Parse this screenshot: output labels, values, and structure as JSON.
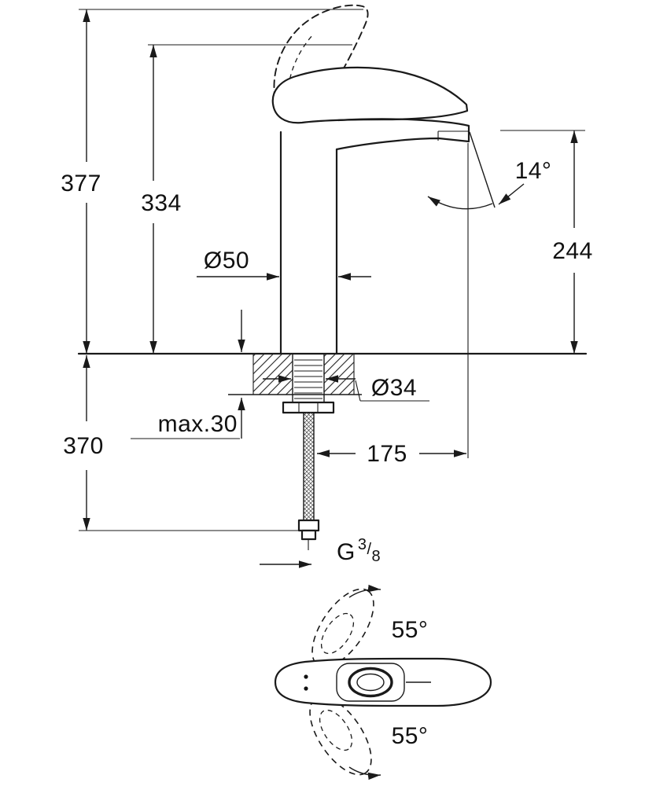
{
  "drawing": {
    "type": "faucet-dimension-drawing",
    "line_color": "#1a1a1a",
    "background": "#ffffff"
  },
  "labels": {
    "total_height": "377",
    "upper_height": "334",
    "body_diameter": "Ø50",
    "spout_angle": "14°",
    "spout_height": "244",
    "shank_diameter": "Ø34",
    "deck_thickness": "max.30",
    "hose_length": "370",
    "spout_reach": "175",
    "thread_letter": "G",
    "thread_numerator": "3",
    "thread_slash": "/",
    "thread_denominator": "8",
    "swivel_upper": "55°",
    "swivel_lower": "55°"
  }
}
